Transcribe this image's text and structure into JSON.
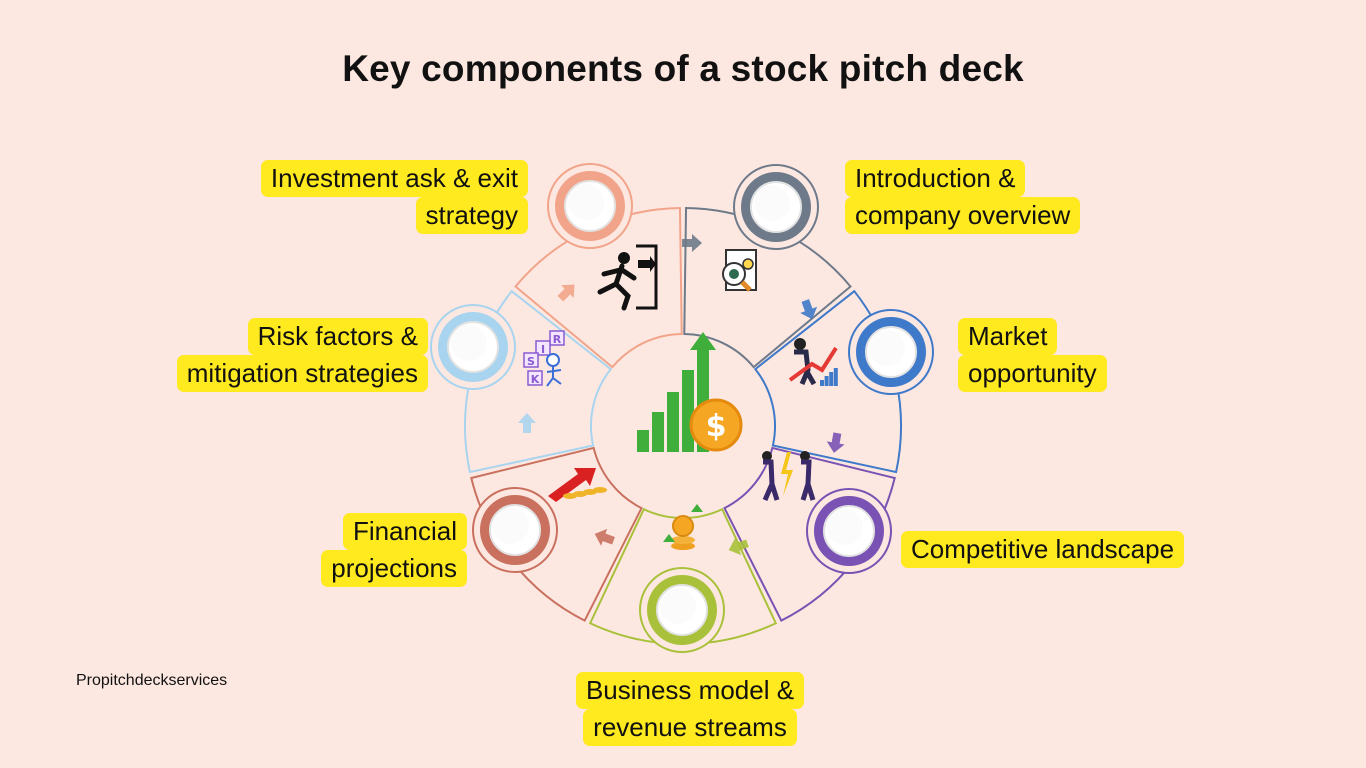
{
  "title": "Key components of a stock pitch deck",
  "brand": "Propitchdeckservices",
  "center_icon": "growth-chart-dollar-icon",
  "components": [
    {
      "key": "intro",
      "lines": [
        "Introduction &",
        "company overview"
      ],
      "color": "#6e7a8a",
      "icon": "document-magnifier-lightbulb-icon"
    },
    {
      "key": "market",
      "lines": [
        "Market",
        "opportunity"
      ],
      "color": "#3f79c9",
      "icon": "businessman-rising-arrow-icon"
    },
    {
      "key": "competitive",
      "lines": [
        "Competitive landscape"
      ],
      "color": "#7a52b3",
      "icon": "businessmen-competing-icon"
    },
    {
      "key": "business",
      "lines": [
        "Business model &",
        "revenue streams"
      ],
      "color": "#a9c13a",
      "icon": "coins-growth-arrows-icon"
    },
    {
      "key": "financial",
      "lines": [
        "Financial",
        "projections"
      ],
      "color": "#c9705f",
      "icon": "rising-arrow-coins-icon"
    },
    {
      "key": "risk",
      "lines": [
        "Risk factors &",
        "mitigation strategies"
      ],
      "color": "#a8d4ef",
      "icon": "risk-letter-blocks-icon"
    },
    {
      "key": "investment",
      "lines": [
        "Investment ask & exit",
        "strategy"
      ],
      "color": "#f2a48a",
      "icon": "exit-door-runner-icon"
    }
  ]
}
